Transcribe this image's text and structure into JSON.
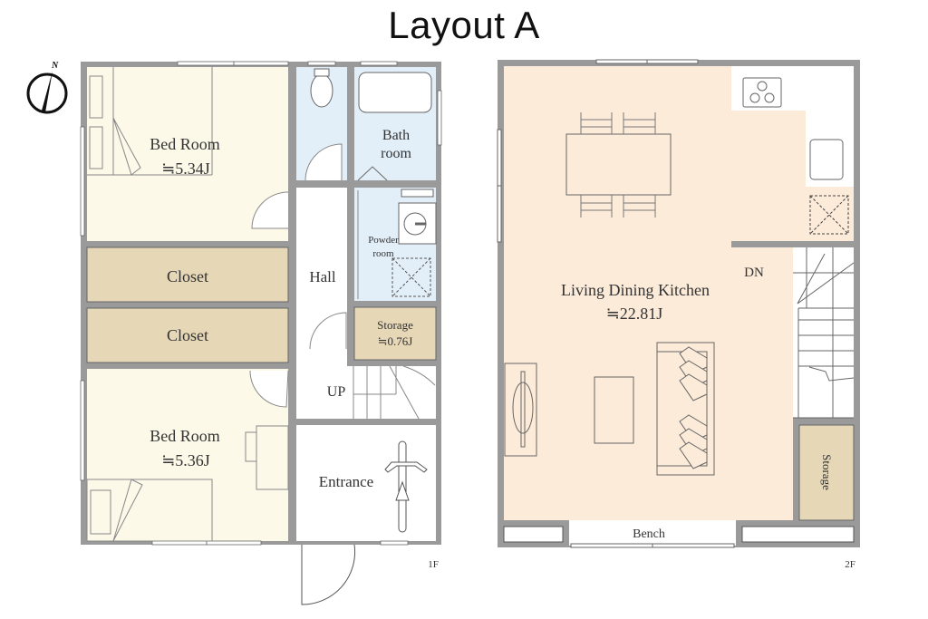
{
  "title": "Layout A",
  "colors": {
    "wall": "#8c8c8c",
    "bedroom_fill": "#fdf9e9",
    "closet_fill": "#e6d7b6",
    "wet_area_fill": "#e3eff8",
    "ldk_fill": "#fcebd9",
    "storage_fill": "#e6d7b6",
    "line": "#555555"
  },
  "compass": {
    "label": "N",
    "icon": "north-arrow-icon"
  },
  "floor_1": {
    "label": "1F",
    "rooms": [
      {
        "name": "Bed Room",
        "area": "≒5.34J"
      },
      {
        "name": "Closet"
      },
      {
        "name": "Closet"
      },
      {
        "name": "Bed Room",
        "area": "≒5.36J"
      },
      {
        "name": "Hall"
      },
      {
        "name": "Bath",
        "name2": "room"
      },
      {
        "name": "Powder",
        "name2": "room"
      },
      {
        "name": "Storage",
        "area": "≒0.76J"
      },
      {
        "name": "UP"
      },
      {
        "name": "Entrance"
      }
    ]
  },
  "floor_2": {
    "label": "2F",
    "rooms": [
      {
        "name": "Living Dining Kitchen",
        "area": "≒22.81J"
      },
      {
        "name": "DN"
      },
      {
        "name": "Storage"
      },
      {
        "name": "Bench"
      }
    ]
  }
}
